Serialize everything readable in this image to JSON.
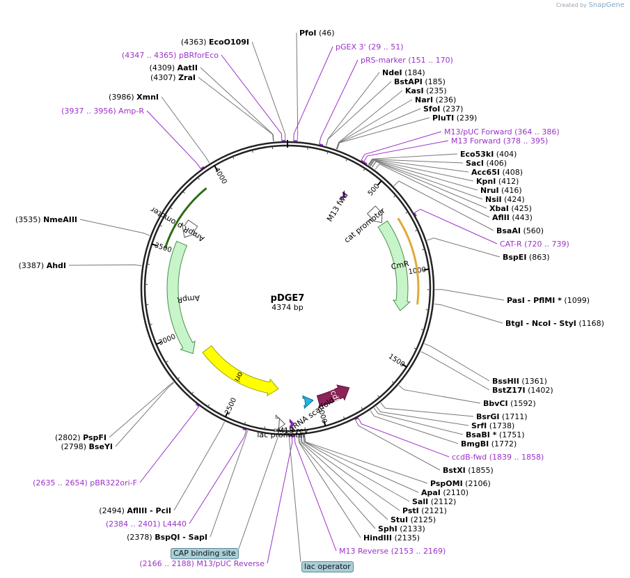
{
  "credit": {
    "prefix": "Created by",
    "brand": "SnapGene"
  },
  "plasmid": {
    "name": "pDGE7",
    "length_label": "4374 bp",
    "length": 4374
  },
  "colors": {
    "enzyme_line": "#777777",
    "primer": "#9b30c8",
    "arrow_fill": "#c7f4c8",
    "arrow_stroke": "#4c8f4d",
    "ori": "#ffff00",
    "ccdb": "#8b2457",
    "gold": "#e0a93a"
  },
  "ticks": [
    {
      "label": "500",
      "pos": 500
    },
    {
      "label": "1000",
      "pos": 1000
    },
    {
      "label": "1500",
      "pos": 1500
    },
    {
      "label": "2000",
      "pos": 2000
    },
    {
      "label": "2500",
      "pos": 2500
    },
    {
      "label": "3000",
      "pos": 3000
    },
    {
      "label": "3500",
      "pos": 3500
    },
    {
      "label": "4000",
      "pos": 4000
    }
  ],
  "labels": [
    {
      "pos": 4363,
      "n": "EcoO109I",
      "p": "(4363)",
      "nb": true
    },
    {
      "pos": 4347,
      "primer": true,
      "t": "(4347 .. 4365)  pBRforEco"
    },
    {
      "pos": 4309,
      "n": "AatII",
      "p": "(4309)",
      "nb": true
    },
    {
      "pos": 4307,
      "n": "ZraI",
      "p": "(4307)",
      "nb": true
    },
    {
      "pos": 3986,
      "n": "XmnI",
      "p": "(3986)",
      "nb": true
    },
    {
      "pos": 3937,
      "primer": true,
      "t": "(3937 .. 3956)  Amp-R"
    },
    {
      "pos": 3535,
      "n": "NmeAIII",
      "p": "(3535)",
      "nb": true
    },
    {
      "pos": 3387,
      "n": "AhdI",
      "p": "(3387)",
      "nb": true
    },
    {
      "pos": 2802,
      "n": "PspFI",
      "p": "(2802)",
      "nb": true
    },
    {
      "pos": 2798,
      "n": "BseYI",
      "p": "(2798)",
      "nb": true
    },
    {
      "pos": 2635,
      "primer": true,
      "t": "(2635 .. 2654)  pBR322ori-F"
    },
    {
      "pos": 2494,
      "n": "AflIII",
      "s": "  -  PciI",
      "p": "(2494)",
      "nb": true
    },
    {
      "pos": 2384,
      "primer": true,
      "t": "(2384 .. 2401)  L4440"
    },
    {
      "pos": 2378,
      "n": "BspQI",
      "s": "  -  SapI",
      "p": "(2378)",
      "nb": true
    },
    {
      "pos": 2166,
      "primer": true,
      "t": "(2166 .. 2188)  M13/pUC Reverse"
    },
    {
      "pos": 46,
      "n": "PfoI",
      "p": "(46)"
    },
    {
      "pos": 29,
      "primer": true,
      "t": "pGEX 3'     (29 .. 51)"
    },
    {
      "pos": 151,
      "primer": true,
      "t": "pRS-marker     (151 .. 170)"
    },
    {
      "pos": 184,
      "n": "NdeI",
      "p": "(184)"
    },
    {
      "pos": 185,
      "n": "BstAPI",
      "p": "(185)"
    },
    {
      "pos": 235,
      "n": "KasI",
      "p": "(235)"
    },
    {
      "pos": 236,
      "n": "NarI",
      "p": "(236)"
    },
    {
      "pos": 237,
      "n": "SfoI",
      "p": "(237)"
    },
    {
      "pos": 239,
      "n": "PluTI",
      "p": "(239)"
    },
    {
      "pos": 364,
      "primer": true,
      "t": "M13/pUC Forward     (364 .. 386)"
    },
    {
      "pos": 378,
      "primer": true,
      "t": "M13 Forward     (378 .. 395)"
    },
    {
      "pos": 404,
      "n": "Eco53kI",
      "p": "(404)"
    },
    {
      "pos": 406,
      "n": "SacI",
      "p": "(406)"
    },
    {
      "pos": 408,
      "n": "Acc65I",
      "p": "(408)"
    },
    {
      "pos": 412,
      "n": "KpnI",
      "p": "(412)"
    },
    {
      "pos": 416,
      "n": "NruI",
      "p": "(416)"
    },
    {
      "pos": 424,
      "n": "NsiI",
      "p": "(424)"
    },
    {
      "pos": 425,
      "n": "XbaI",
      "p": "(425)"
    },
    {
      "pos": 443,
      "n": "AflII",
      "p": "(443)"
    },
    {
      "pos": 560,
      "n": "BsaAI",
      "p": "(560)"
    },
    {
      "pos": 720,
      "primer": true,
      "t": "CAT-R     (720 .. 739)"
    },
    {
      "pos": 863,
      "n": "BspEI",
      "p": "(863)"
    },
    {
      "pos": 1099,
      "n": "PasI",
      "s": "  -  PflMI *",
      "p": "(1099)"
    },
    {
      "pos": 1168,
      "n": "BtgI",
      "s": "  -  NcoI  -  StyI",
      "p": "(1168)"
    },
    {
      "pos": 1361,
      "n": "BssHII",
      "p": "(1361)"
    },
    {
      "pos": 1402,
      "n": "BstZ17I",
      "p": "(1402)"
    },
    {
      "pos": 1592,
      "n": "BbvCI",
      "p": "(1592)"
    },
    {
      "pos": 1711,
      "n": "BsrGI",
      "p": "(1711)"
    },
    {
      "pos": 1738,
      "n": "SrfI",
      "p": "(1738)"
    },
    {
      "pos": 1751,
      "n": "BsaBI *",
      "p": "(1751)"
    },
    {
      "pos": 1772,
      "n": "BmgBI",
      "p": "(1772)"
    },
    {
      "pos": 1839,
      "primer": true,
      "t": "ccdB-fwd     (1839 .. 1858)"
    },
    {
      "pos": 1855,
      "n": "BstXI",
      "p": "(1855)"
    },
    {
      "pos": 2106,
      "n": "PspOMI",
      "p": "(2106)"
    },
    {
      "pos": 2110,
      "n": "ApaI",
      "p": "(2110)"
    },
    {
      "pos": 2112,
      "n": "SalI",
      "p": "(2112)"
    },
    {
      "pos": 2121,
      "n": "PstI",
      "p": "(2121)"
    },
    {
      "pos": 2125,
      "n": "StuI",
      "p": "(2125)"
    },
    {
      "pos": 2133,
      "n": "SphI",
      "p": "(2133)"
    },
    {
      "pos": 2135,
      "n": "HindIII",
      "p": "(2135)"
    },
    {
      "pos": 2153,
      "primer": true,
      "t": "M13 Reverse     (2153 .. 2169)"
    }
  ],
  "features": [
    {
      "name": "AmpR promoter",
      "start": 3600,
      "end": 3700,
      "dir": -1,
      "kind": "promoter",
      "color": "#ffffff"
    },
    {
      "name": "AmpR",
      "start": 2860,
      "end": 3560,
      "dir": -1,
      "kind": "cds",
      "color": "#c7f4c8"
    },
    {
      "name": "ori",
      "start": 2250,
      "end": 2830,
      "dir": -1,
      "kind": "ori",
      "color": "#ffff00"
    },
    {
      "name": "M13 fwd",
      "start": 378,
      "end": 395,
      "dir": 1,
      "kind": "primer_bind",
      "color": "#9b30c8"
    },
    {
      "name": "cat promoter",
      "start": 570,
      "end": 670,
      "dir": 1,
      "kind": "promoter",
      "color": "#ffffff"
    },
    {
      "name": "CmR",
      "start": 680,
      "end": 1230,
      "dir": 1,
      "kind": "cds",
      "color": "#c7f4c8"
    },
    {
      "name": "ccdB",
      "start": 1800,
      "end": 2000,
      "dir": -1,
      "kind": "cds",
      "color": "#8b2457"
    },
    {
      "name": "gRNA scaffold",
      "start": 2030,
      "end": 2080,
      "dir": -1,
      "kind": "misc",
      "color": "#1fb4e6"
    },
    {
      "name": "M13 rev",
      "start": 2153,
      "end": 2169,
      "dir": -1,
      "kind": "primer_bind",
      "color": "#9b30c8"
    },
    {
      "name": "lac promoter",
      "start": 2200,
      "end": 2230,
      "dir": -1,
      "kind": "promoter",
      "color": "#ffffff"
    }
  ],
  "badges": {
    "cap": "CAP binding site",
    "lac_operator": "lac operator"
  }
}
